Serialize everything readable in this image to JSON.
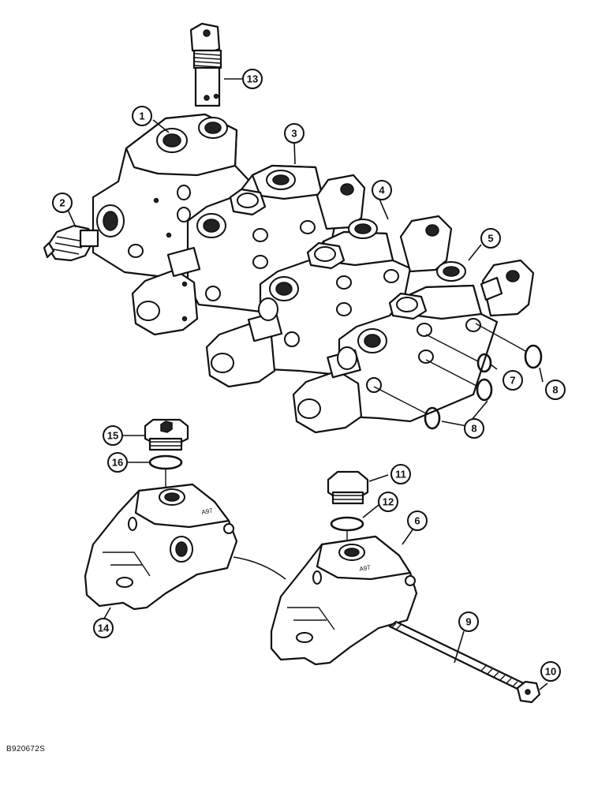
{
  "callouts": [
    "1",
    "2",
    "3",
    "4",
    "5",
    "6",
    "7",
    "8",
    "8",
    "9",
    "10",
    "11",
    "12",
    "13",
    "14",
    "15",
    "16"
  ],
  "drawing_id": "B920672S",
  "colors": {
    "ink": "#111111",
    "paper": "#ffffff"
  }
}
